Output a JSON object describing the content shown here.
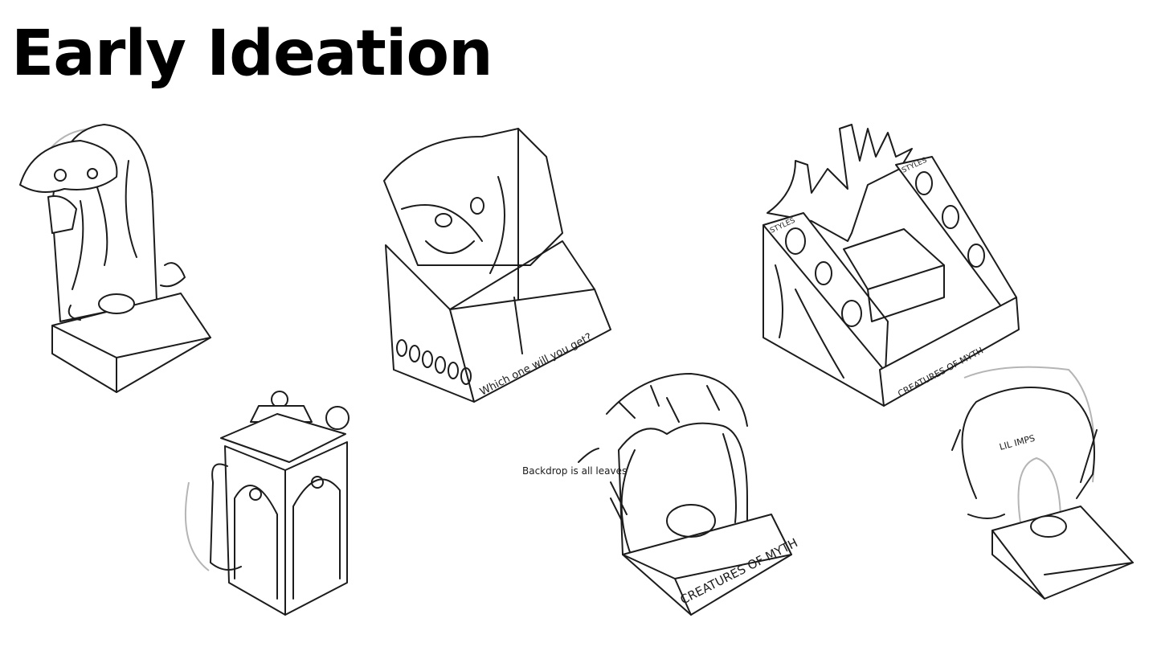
{
  "slide": {
    "title": "Early Ideation"
  },
  "sketches": [
    {
      "name": "dome-dispenser-sketch"
    },
    {
      "name": "lantern-sketch"
    },
    {
      "name": "mystery-box-display-sketch",
      "labels": [
        "Which one will you get?"
      ]
    },
    {
      "name": "leaf-backdrop-display-sketch",
      "labels": [
        "CREATURES OF MYTH"
      ],
      "annotation": "Backdrop is all leaves"
    },
    {
      "name": "tree-display-sketch",
      "labels": [
        "STYLES",
        "STYLES",
        "CREATURES OF MYTH"
      ]
    },
    {
      "name": "lil-imps-display-sketch",
      "labels": [
        "LIL IMPS"
      ]
    }
  ],
  "colors": {
    "ink": "#1c1c1c",
    "pencil": "#b5b5b5",
    "background": "#ffffff"
  }
}
